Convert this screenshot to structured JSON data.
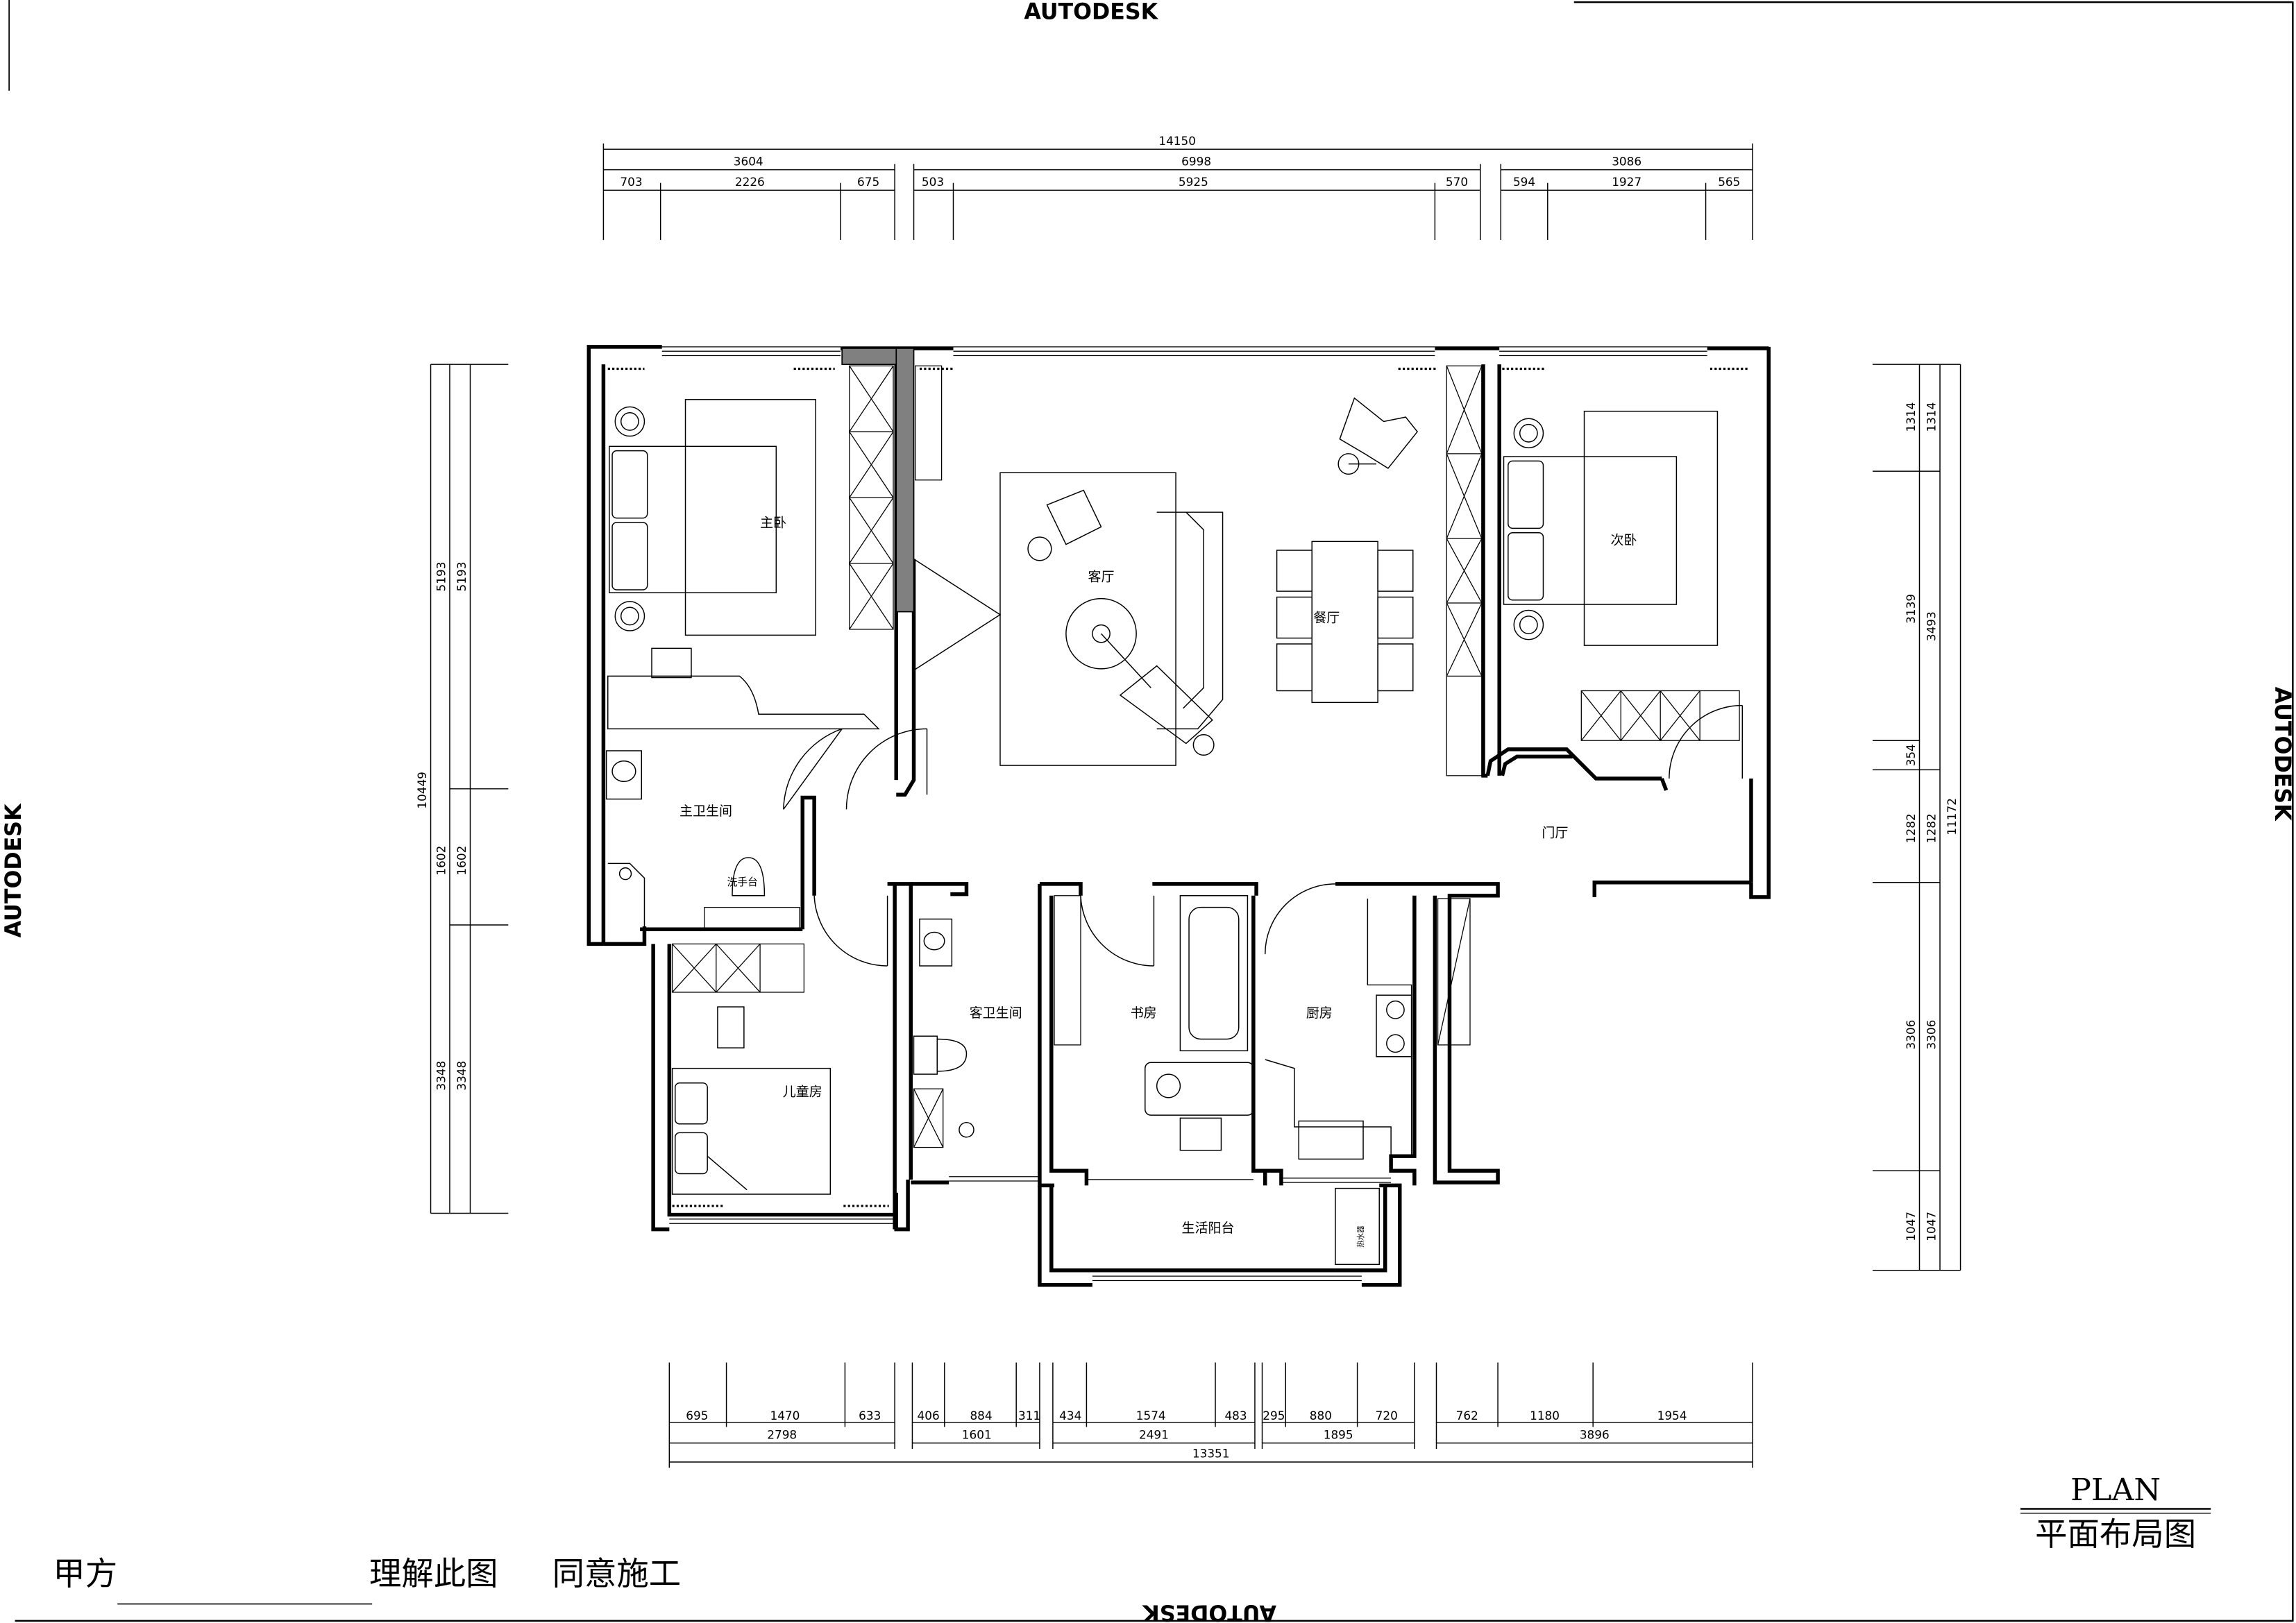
{
  "watermark": "AUTODESK",
  "rooms": {
    "master_bedroom": "主卧",
    "second_bedroom": "次卧",
    "living_room": "客厅",
    "dining_room": "餐厅",
    "master_bathroom": "主卫生间",
    "wash_basin": "洗手台",
    "foyer": "门厅",
    "guest_bathroom": "客卫生间",
    "study": "书房",
    "kitchen": "厨房",
    "kids_room": "儿童房",
    "utility_balcony": "生活阳台",
    "water_heater": "热水器"
  },
  "dimensions": {
    "top_total": "14150",
    "top_groups": [
      "3604",
      "6998",
      "3086"
    ],
    "top_segments": [
      "703",
      "2226",
      "675",
      "503",
      "5925",
      "570",
      "594",
      "1927",
      "565"
    ],
    "bottom_total": "13351",
    "bottom_groups": [
      "2798",
      "1601",
      "2491",
      "1895",
      "3896"
    ],
    "bottom_segments": [
      "695",
      "1470",
      "633",
      "406",
      "884",
      "311",
      "434",
      "1574",
      "483",
      "295",
      "880",
      "720",
      "762",
      "1180",
      "1954"
    ],
    "left_total": "10449",
    "left_segments": [
      "5193",
      "1602",
      "3348"
    ],
    "right_total": "11172",
    "right_segments_outer": [
      "1314",
      "3139",
      "354",
      "1282",
      "3306",
      "1047"
    ],
    "right_segments_inner": [
      "1314",
      "3493",
      "1282",
      "3306",
      "1047"
    ]
  },
  "title": {
    "en": "PLAN",
    "cn": "平面布局图"
  },
  "signature": {
    "party": "甲方",
    "understand": "理解此图",
    "agree": "同意施工"
  }
}
